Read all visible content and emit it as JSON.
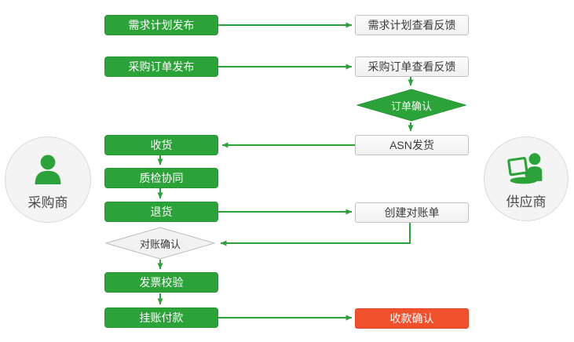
{
  "palette": {
    "green": "#2ba339",
    "red": "#f0512c",
    "io_border": "#c2c2c2",
    "text_dark": "#3a3a3a"
  },
  "actors": {
    "buyer": {
      "label": "采购商"
    },
    "supplier": {
      "label": "供应商"
    }
  },
  "nodes": {
    "demand_plan_publish": {
      "label": "需求计划发布",
      "type": "process"
    },
    "demand_plan_feedback": {
      "label": "需求计划查看反馈",
      "type": "io"
    },
    "purchase_order_publish": {
      "label": "采购订单发布",
      "type": "process"
    },
    "purchase_order_feedback": {
      "label": "采购订单查看反馈",
      "type": "io"
    },
    "order_confirm": {
      "label": "订单确认",
      "type": "decision"
    },
    "asn_shipping": {
      "label": "ASN发货",
      "type": "io"
    },
    "receiving": {
      "label": "收货",
      "type": "process"
    },
    "quality_collaboration": {
      "label": "质检协同",
      "type": "process"
    },
    "return_goods": {
      "label": "退货",
      "type": "process"
    },
    "create_statement": {
      "label": "创建对账单",
      "type": "io"
    },
    "statement_confirm": {
      "label": "对账确认",
      "type": "decision"
    },
    "invoice_verification": {
      "label": "发票校验",
      "type": "process"
    },
    "book_payment": {
      "label": "挂账付款",
      "type": "process"
    },
    "receipt_confirm": {
      "label": "收款确认",
      "type": "highlight"
    }
  }
}
